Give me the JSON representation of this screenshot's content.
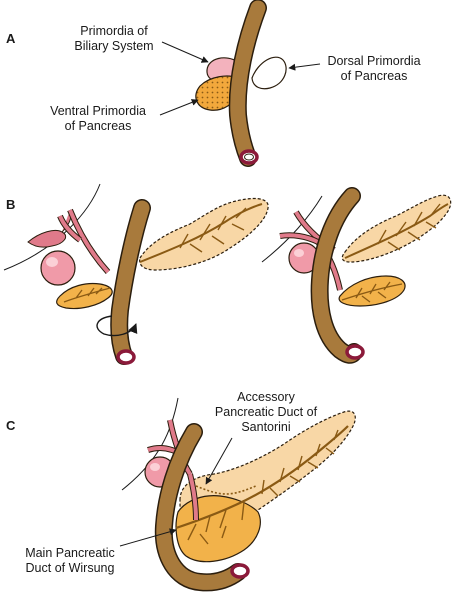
{
  "panels": {
    "a": {
      "letter": "A",
      "labels": {
        "biliary_primordia": [
          "Primordia of",
          "Biliary System"
        ],
        "dorsal_pancreas": [
          "Dorsal Primordia",
          "of Pancreas"
        ],
        "ventral_pancreas": [
          "Ventral Primordia",
          "of Pancreas"
        ]
      }
    },
    "b": {
      "letter": "B"
    },
    "c": {
      "letter": "C",
      "labels": {
        "accessory_duct": [
          "Accessory",
          "Pancreatic Duct of",
          "Santorini"
        ],
        "main_duct": [
          "Main Pancreatic",
          "Duct of Wirsung"
        ]
      }
    }
  },
  "colors": {
    "duodenum": "#a87a3c",
    "duodenum_outline": "#2b1e0e",
    "lumen": "#8b1a3a",
    "biliary": "#e07a8a",
    "pancreas_light": "#f8d7a6",
    "pancreas_medium": "#f2b24a",
    "ventral_dots": "#f0a23a"
  }
}
